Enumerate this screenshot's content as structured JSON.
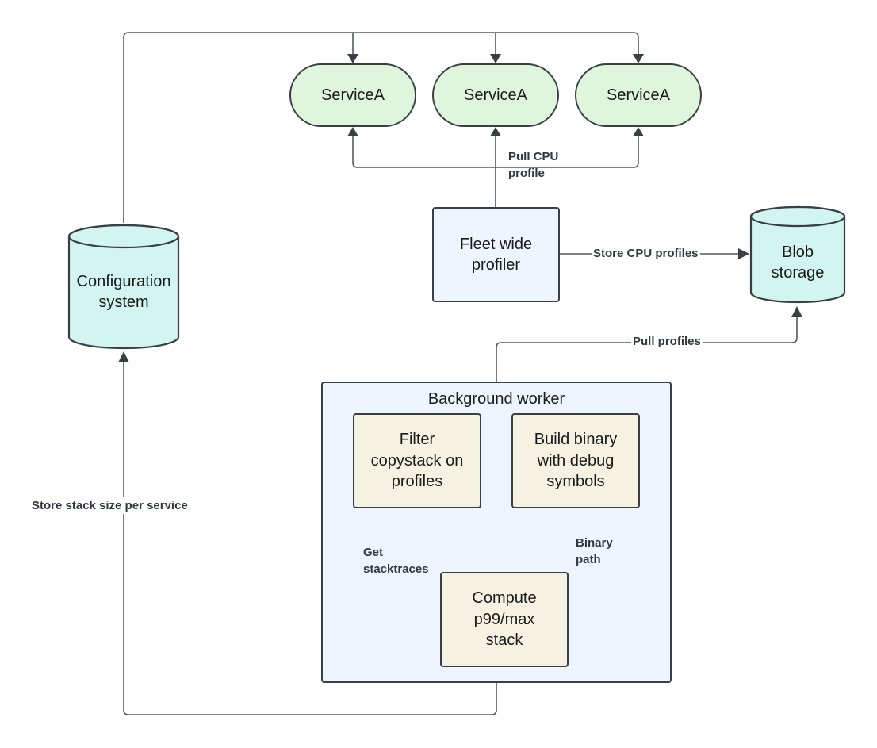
{
  "services": [
    {
      "label": "ServiceA"
    },
    {
      "label": "ServiceA"
    },
    {
      "label": "ServiceA"
    }
  ],
  "profiler": {
    "label": "Fleet wide profiler"
  },
  "config_system": {
    "label": "Configuration system"
  },
  "blob_storage": {
    "label": "Blob storage"
  },
  "background_worker": {
    "title": "Background worker",
    "filter": {
      "label": "Filter copystack on profiles"
    },
    "build": {
      "label": "Build binary with debug symbols"
    },
    "compute": {
      "label": "Compute p99/max stack"
    }
  },
  "edges": {
    "pull_cpu": "Pull CPU profile",
    "store_cpu": "Store CPU profiles",
    "pull_profiles": "Pull profiles",
    "store_stack": "Store stack size per service",
    "get_stacktraces": "Get stacktraces",
    "binary_path": "Binary path"
  },
  "colors": {
    "service_fill": "#ddf6dc",
    "storage_fill": "#d2f5ef",
    "process_fill": "#eef5fe",
    "task_fill": "#f6f2e2",
    "stroke": "#3a3f45"
  }
}
